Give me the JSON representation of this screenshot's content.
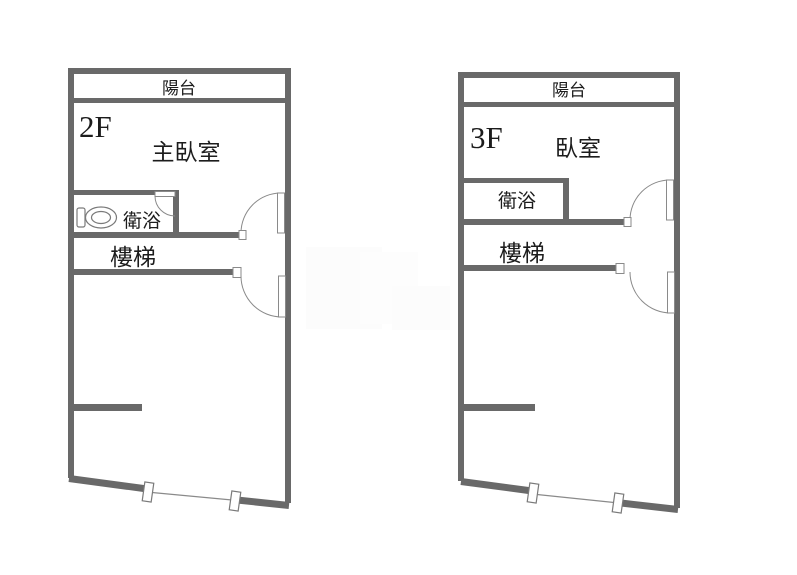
{
  "diagram_title": "two-storey floor plan (2F / 3F)",
  "colors": {
    "background": "#ffffff",
    "wall": "#696969",
    "door_outline": "#8a8a8a",
    "fixture_outline": "#7a7a7a",
    "text": "#1c1c1c",
    "watermark": "#fbfbfb"
  },
  "plans": [
    {
      "floor_label": "2F",
      "balcony_label": "陽台",
      "bedroom_label": "主臥室",
      "bathroom_label": "衛浴",
      "stairs_label": "樓梯"
    },
    {
      "floor_label": "3F",
      "balcony_label": "陽台",
      "bedroom_label": "臥室",
      "bathroom_label": "衛浴",
      "stairs_label": "樓梯"
    }
  ]
}
